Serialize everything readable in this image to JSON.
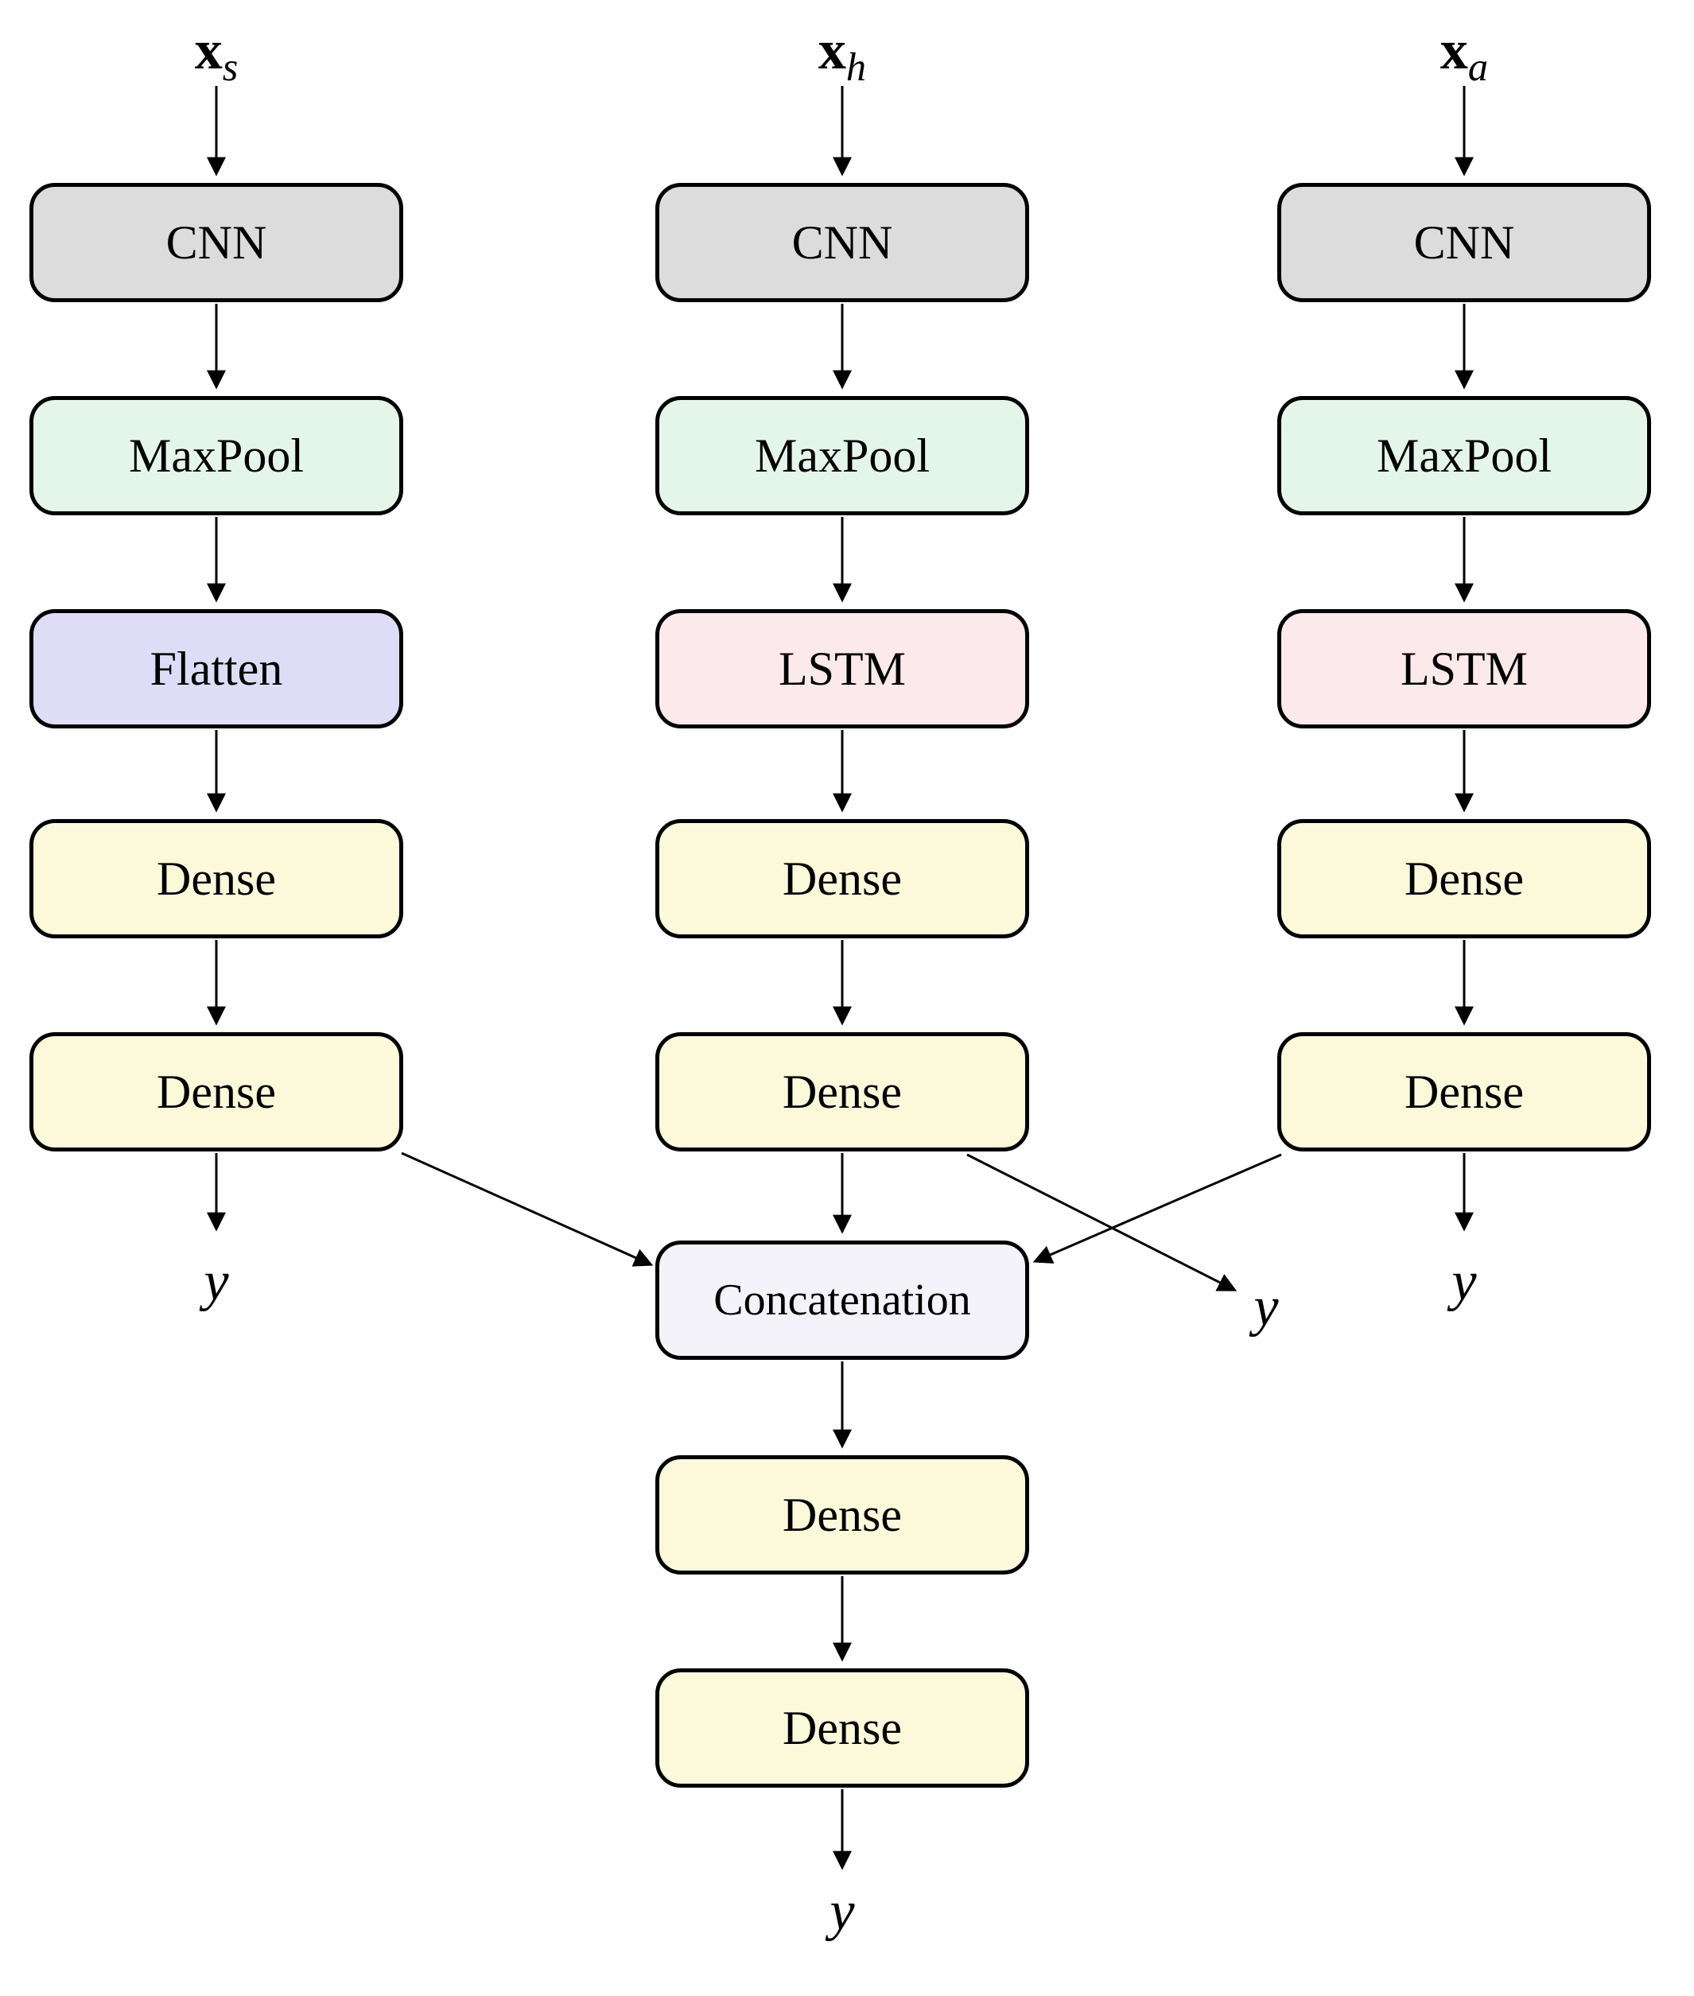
{
  "branches": [
    {
      "input_base": "x",
      "input_sub": "s",
      "layers": [
        "CNN",
        "MaxPool",
        "Flatten",
        "Dense",
        "Dense"
      ],
      "output": "y"
    },
    {
      "input_base": "x",
      "input_sub": "h",
      "layers": [
        "CNN",
        "MaxPool",
        "LSTM",
        "Dense",
        "Dense"
      ],
      "output": "y"
    },
    {
      "input_base": "x",
      "input_sub": "a",
      "layers": [
        "CNN",
        "MaxPool",
        "LSTM",
        "Dense",
        "Dense"
      ],
      "output": "y"
    }
  ],
  "merge": {
    "label": "Concatenation",
    "layers": [
      "Dense",
      "Dense"
    ],
    "output": "y"
  },
  "colors": {
    "cnn": "#dcdcdc",
    "maxpool": "#e4f6e9",
    "flatten": "#dedcf6",
    "lstm": "#fbe9ec",
    "dense": "#fcf8da",
    "concatenation": "#f5f3fa",
    "border": "#000000"
  }
}
